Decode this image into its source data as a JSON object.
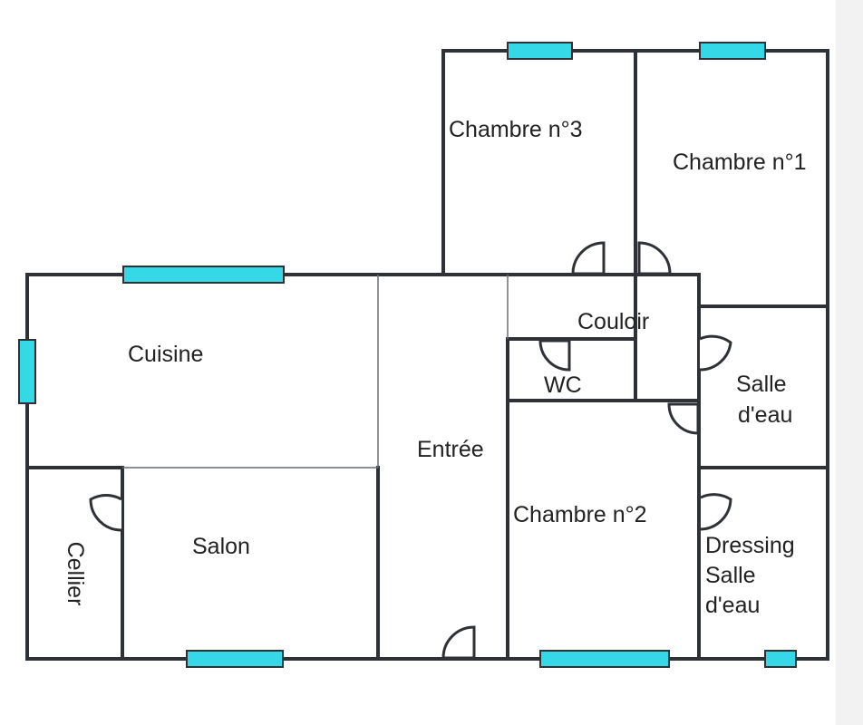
{
  "colors": {
    "window": "#35d8e6",
    "wall": "#2e3236",
    "background": "#ffffff"
  },
  "rooms": {
    "chambre3": "Chambre n°3",
    "chambre1": "Chambre n°1",
    "cuisine": "Cuisine",
    "couloir": "Couloir",
    "wc": "WC",
    "salle_eau_line1": "Salle",
    "salle_eau_line2": "d'eau",
    "entree": "Entrée",
    "chambre2": "Chambre n°2",
    "cellier": "Cellier",
    "salon": "Salon",
    "dressing_line1": "Dressing",
    "dressing_line2": "Salle",
    "dressing_line3": "d'eau"
  }
}
